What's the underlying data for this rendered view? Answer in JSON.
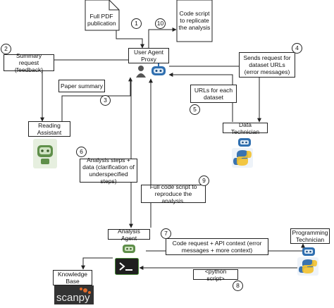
{
  "nodes": {
    "full_pdf": "Full PDF publication",
    "code_script_doc": "Code script to replicate the analysis",
    "user_agent_proxy": "User Agent Proxy",
    "reading_assistant": "Reading Assistant",
    "data_technician": "Data Technician",
    "analysis_agent": "Analysis Agent",
    "programming_technician": "Programming Technician",
    "knowledge_base": "Knowledge Base",
    "scanpy_logo": "scanpy"
  },
  "messages": {
    "summary_request": "Summary request (feedback)",
    "paper_summary": "Paper summary",
    "sends_request": "Sends request for dataset URLs (error messages)",
    "urls_each_dataset": "URLs for each dataset",
    "analysis_steps": "Analysis steps + data (clarification of underspecified steps)",
    "full_code_script": "Full code script to reproduce the analysis.",
    "code_request": "Code request + API context (error messages + more context)",
    "python_script": "<python script>"
  },
  "steps": {
    "s1": "1",
    "s2": "2",
    "s3": "3",
    "s4": "4",
    "s5": "5",
    "s6": "6",
    "s7": "7",
    "s8": "8",
    "s9": "9",
    "s10": "10"
  },
  "icons": [
    "user-icon",
    "robot-icon",
    "python-icon",
    "terminal-icon",
    "scanpy-logo"
  ],
  "colors": {
    "robot_green": "#5f8f4a",
    "robot_blue": "#2f6fb0",
    "python_blue": "#3a73b0",
    "python_yellow": "#f2c12e"
  }
}
